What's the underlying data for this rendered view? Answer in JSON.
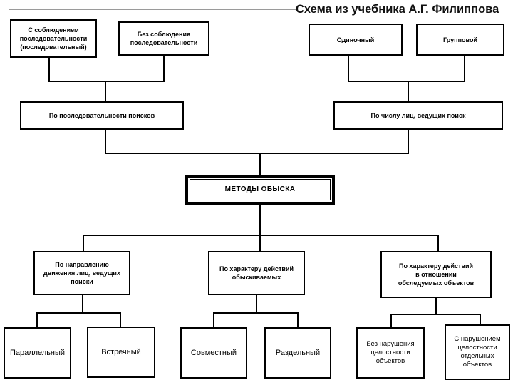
{
  "page": {
    "title": "Схема из учебника А.Г. Филиппова",
    "background": "#ffffff",
    "line_color": "#000000",
    "rule_color": "#9a9a9a"
  },
  "diagram": {
    "type": "hierarchy-chart",
    "root": {
      "id": "root",
      "label": "МЕТОДЫ ОБЫСКА"
    },
    "top_groups": [
      {
        "id": "group-sequence",
        "label": "По последовательности поисков",
        "children": [
          {
            "id": "seq-with",
            "label": "С соблюдением\nпоследовательности\n(последовательный)"
          },
          {
            "id": "seq-without",
            "label": "Без соблюдения\nпоследовательности"
          }
        ]
      },
      {
        "id": "group-searcher-count",
        "label": "По числу лиц, ведущих поиск",
        "children": [
          {
            "id": "count-single",
            "label": "Одиночный"
          },
          {
            "id": "count-group",
            "label": "Групповой"
          }
        ]
      }
    ],
    "bottom_groups": [
      {
        "id": "group-direction",
        "label": "По направлению\nдвижения лиц, ведущих\nпоиски",
        "children": [
          {
            "id": "dir-parallel",
            "label": "Параллельный"
          },
          {
            "id": "dir-counter",
            "label": "Встречный"
          }
        ]
      },
      {
        "id": "group-searched-behaviour",
        "label": "По характеру действий\nобыскиваемых",
        "children": [
          {
            "id": "beh-joint",
            "label": "Совместный"
          },
          {
            "id": "beh-separate",
            "label": "Раздельный"
          }
        ]
      },
      {
        "id": "group-object-treatment",
        "label": "По характеру действий\nв отношении\nобследуемых объектов",
        "children": [
          {
            "id": "obj-intact",
            "label": "Без нарушения\nцелостности\nобъектов"
          },
          {
            "id": "obj-damaged",
            "label": "С нарушением\nцелостности\nотдельных\nобъектов"
          }
        ]
      }
    ]
  }
}
